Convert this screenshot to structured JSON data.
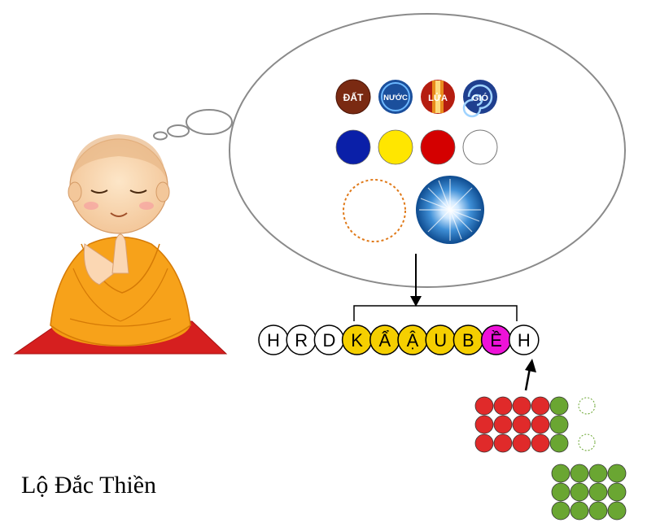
{
  "caption": "Lộ Đắc Thiền",
  "elements": [
    {
      "label": "ĐẤT",
      "icon": "earth-element-icon",
      "bg": "#7a2a12"
    },
    {
      "label": "NƯỚC",
      "icon": "water-element-icon",
      "bg": "#1b4f9c"
    },
    {
      "label": "LỬA",
      "icon": "fire-element-icon",
      "bg": "#b51d10"
    },
    {
      "label": "GIÓ",
      "icon": "wind-element-icon",
      "bg": "#1f3f8f"
    }
  ],
  "colors": [
    {
      "name": "blue-kasina-circle",
      "hex": "#0a1fa8"
    },
    {
      "name": "yellow-kasina-circle",
      "hex": "#ffe600"
    },
    {
      "name": "red-kasina-circle",
      "hex": "#d40000"
    },
    {
      "name": "white-kasina-circle",
      "hex": "#ffffff"
    }
  ],
  "sequence": [
    {
      "letter": "H",
      "fill": "#ffffff"
    },
    {
      "letter": "R",
      "fill": "#ffffff"
    },
    {
      "letter": "D",
      "fill": "#ffffff"
    },
    {
      "letter": "K",
      "fill": "#f5cf00"
    },
    {
      "letter": "Ẩ",
      "fill": "#f5cf00"
    },
    {
      "letter": "Ậ",
      "fill": "#f5cf00"
    },
    {
      "letter": "U",
      "fill": "#f5cf00"
    },
    {
      "letter": "B",
      "fill": "#f5cf00"
    },
    {
      "letter": "Ề",
      "fill": "#ee12d8"
    },
    {
      "letter": "H",
      "fill": "#ffffff"
    }
  ],
  "palette": {
    "red_dot": "#e02a2a",
    "green_dot": "#6aa632",
    "robe": "#f7a21a",
    "mat": "#d61f1f"
  }
}
